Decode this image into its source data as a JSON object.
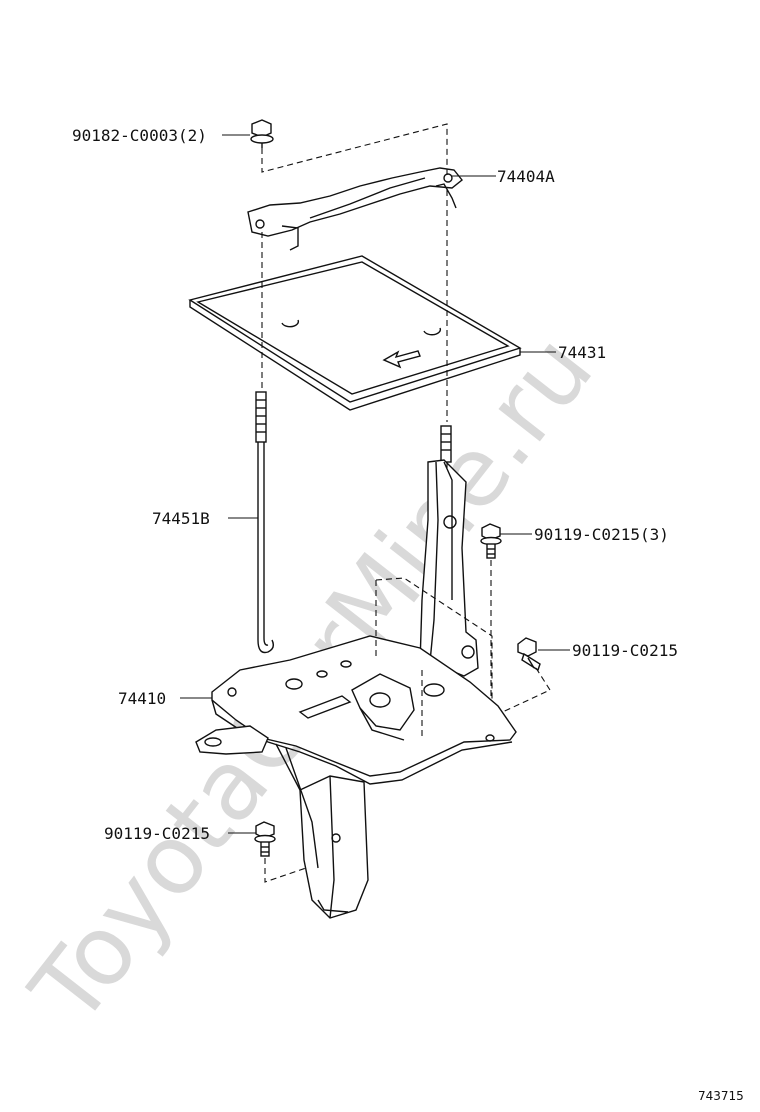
{
  "watermark": "ToyotaCarMine.ru",
  "labels": {
    "bolt_top": "90182-C0003(2)",
    "clamp": "74404A",
    "tray": "74431",
    "rod": "74451B",
    "bolt_right_upper": "90119-C0215(3)",
    "bolt_right_lower": "90119-C0215",
    "carrier": "74410",
    "bolt_bottom": "90119-C0215"
  },
  "diagram_id": "743715"
}
